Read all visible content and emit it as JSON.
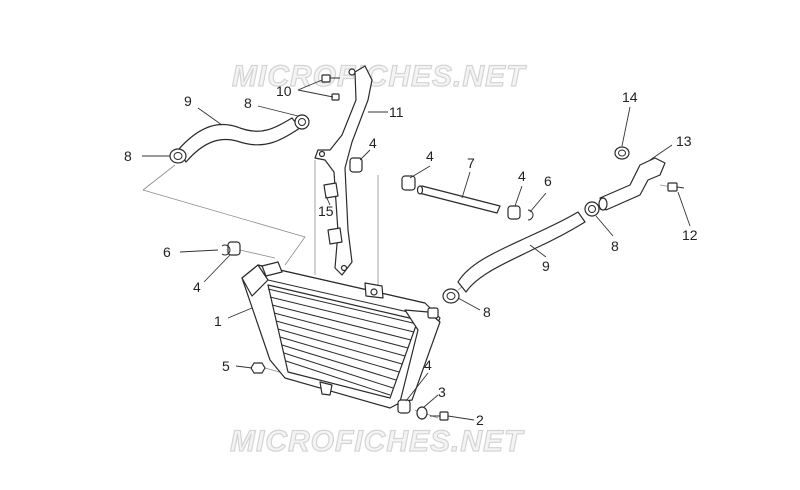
{
  "watermark": {
    "top": "MICROFICHES.NET",
    "bottom": "MICROFICHES.NET"
  },
  "callouts": [
    {
      "id": "c-10",
      "text": "10"
    },
    {
      "id": "c-11",
      "text": "11"
    },
    {
      "id": "c-9a",
      "text": "9"
    },
    {
      "id": "c-8a",
      "text": "8"
    },
    {
      "id": "c-8b",
      "text": "8"
    },
    {
      "id": "c-4a",
      "text": "4"
    },
    {
      "id": "c-15",
      "text": "15"
    },
    {
      "id": "c-4b",
      "text": "4"
    },
    {
      "id": "c-7",
      "text": "7"
    },
    {
      "id": "c-4c",
      "text": "4"
    },
    {
      "id": "c-6a",
      "text": "6"
    },
    {
      "id": "c-14",
      "text": "14"
    },
    {
      "id": "c-13",
      "text": "13"
    },
    {
      "id": "c-12",
      "text": "12"
    },
    {
      "id": "c-8c",
      "text": "8"
    },
    {
      "id": "c-9b",
      "text": "9"
    },
    {
      "id": "c-6b",
      "text": "6"
    },
    {
      "id": "c-4d",
      "text": "4"
    },
    {
      "id": "c-8d",
      "text": "8"
    },
    {
      "id": "c-1",
      "text": "1"
    },
    {
      "id": "c-5",
      "text": "5"
    },
    {
      "id": "c-4e",
      "text": "4"
    },
    {
      "id": "c-3",
      "text": "3"
    },
    {
      "id": "c-2",
      "text": "2"
    }
  ]
}
